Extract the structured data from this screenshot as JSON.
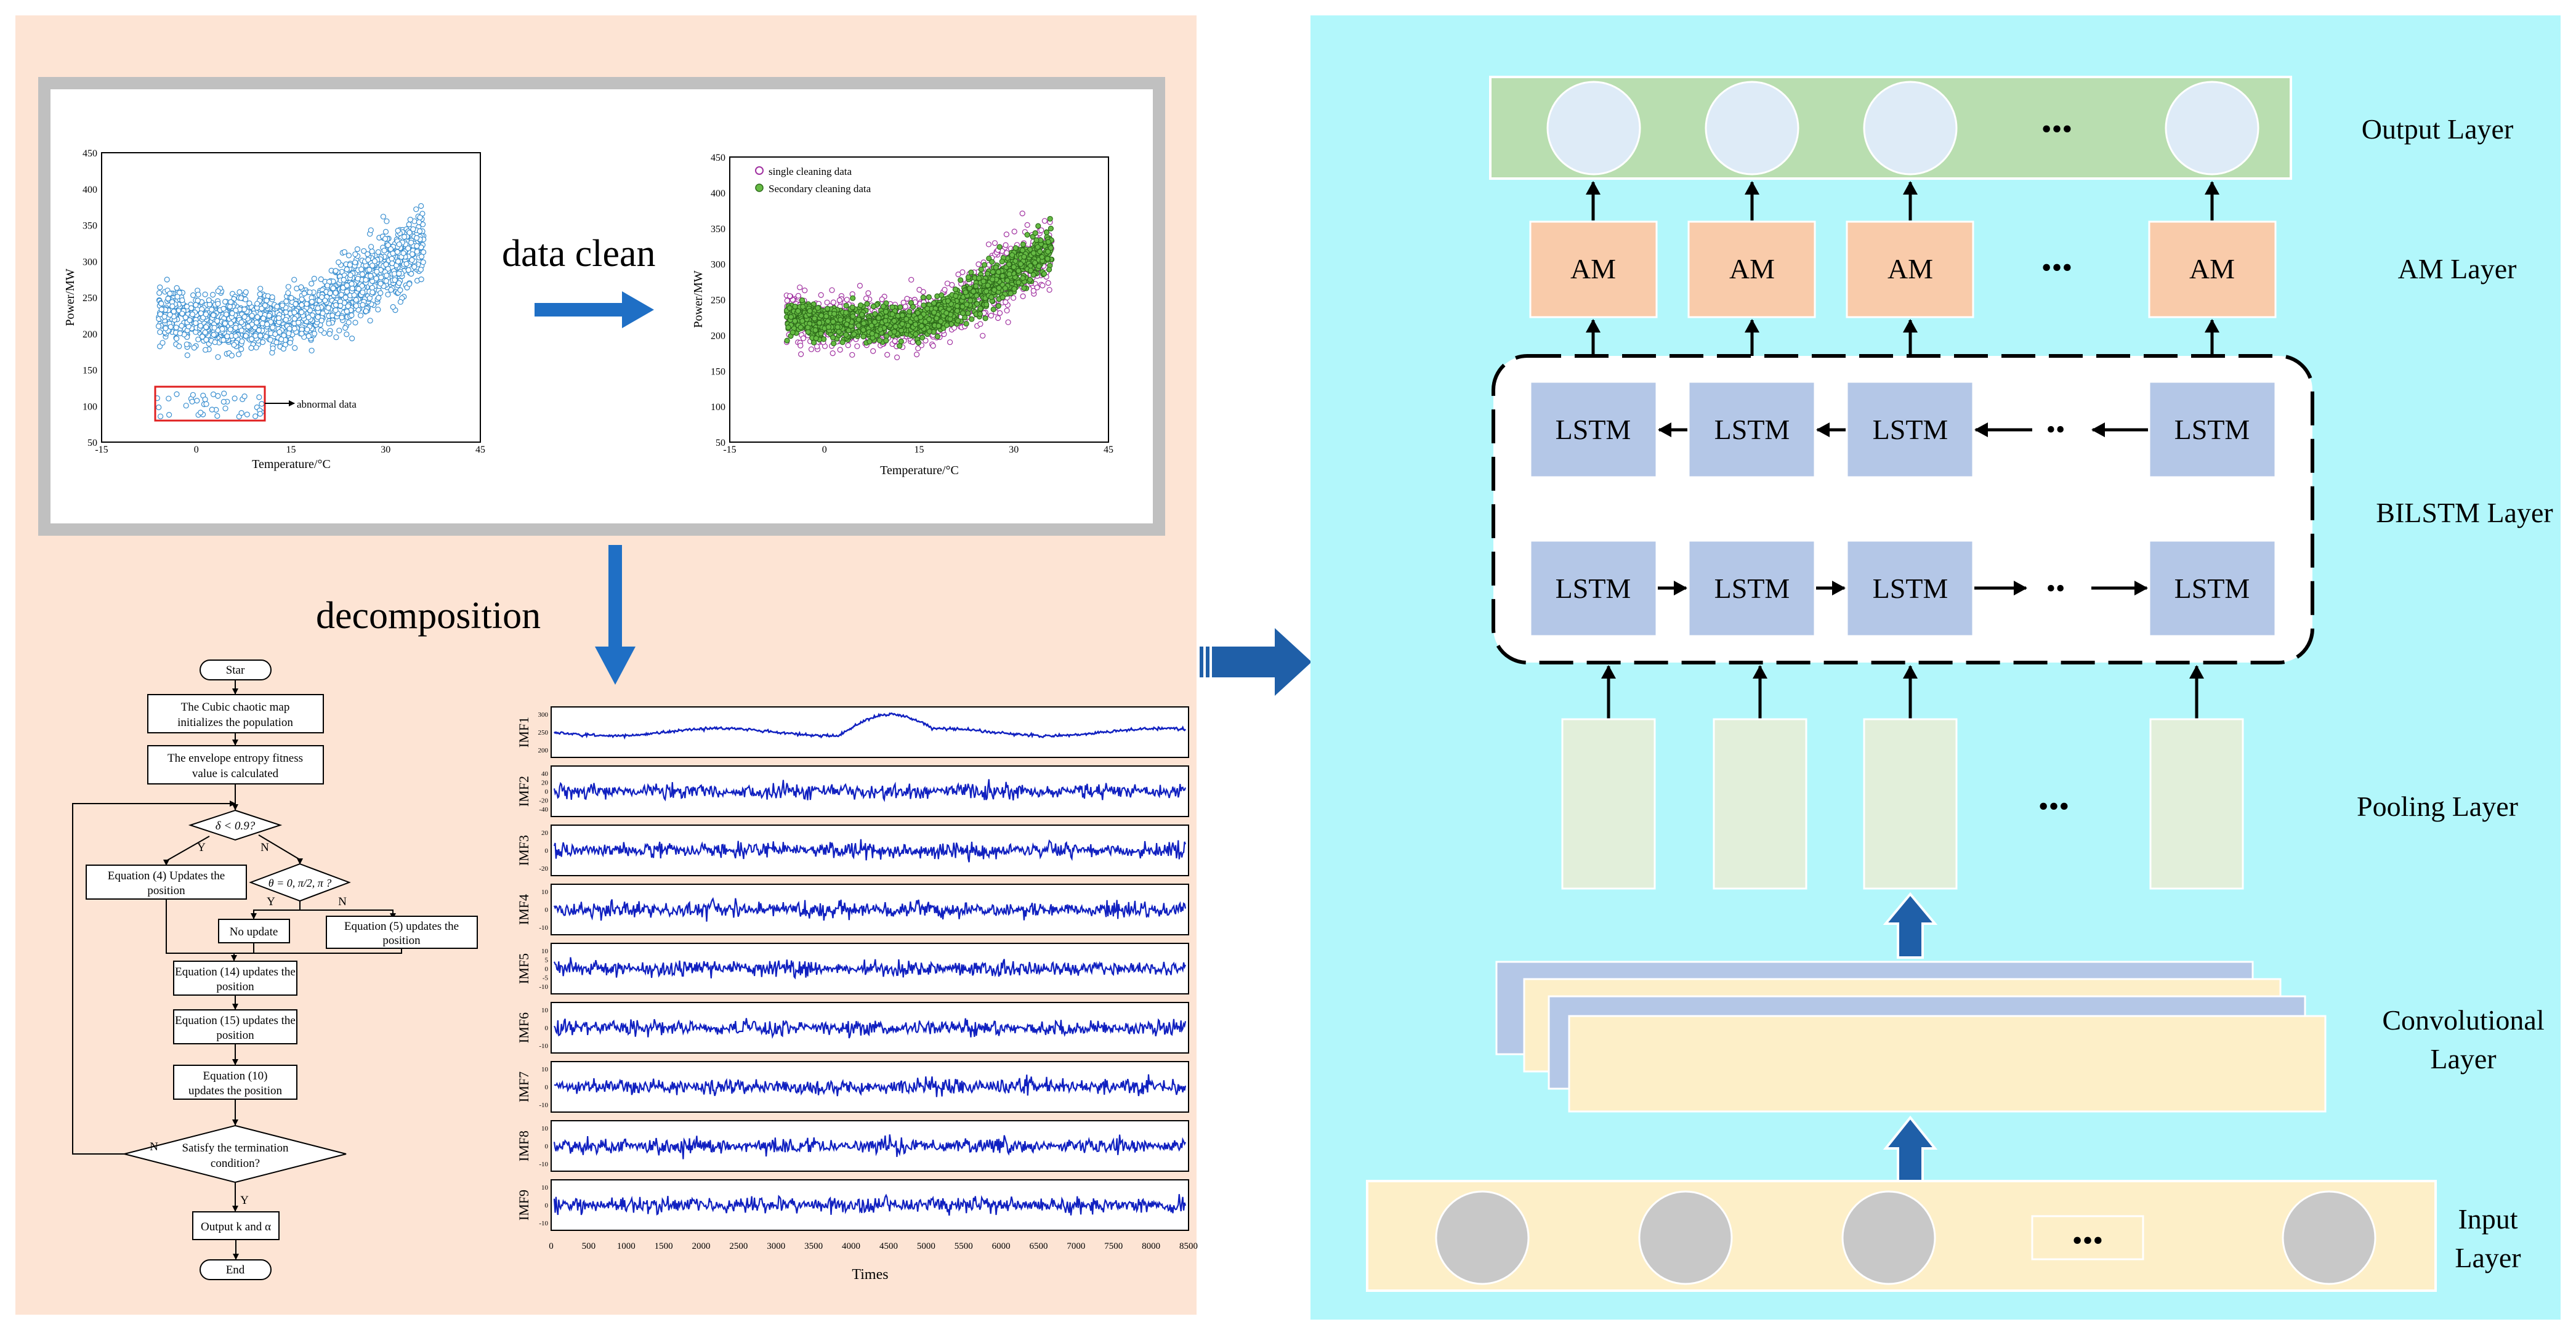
{
  "left_panel": {
    "arrow_label_clean": "data clean",
    "arrow_label_decomp": "decomposition",
    "raw_plot": {
      "ylabel": "Power/MW",
      "xlabel": "Temperature/°C",
      "yticks": [
        "450",
        "400",
        "350",
        "300",
        "250",
        "200",
        "150",
        "100",
        "50"
      ],
      "xticks": [
        "-15",
        "0",
        "15",
        "30",
        "45"
      ],
      "annotation": "abnormal data"
    },
    "clean_plot": {
      "ylabel": "Power/MW",
      "xlabel": "Temperature/°C",
      "yticks": [
        "450",
        "400",
        "350",
        "300",
        "250",
        "200",
        "150",
        "100",
        "50"
      ],
      "xticks": [
        "-15",
        "0",
        "15",
        "30",
        "45"
      ],
      "legend": [
        "single cleaning data",
        "Secondary cleaning data"
      ]
    },
    "flowchart": {
      "start": "Star",
      "step1": [
        "The Cubic chaotic map",
        "initializes the population"
      ],
      "step2": [
        "The envelope entropy fitness",
        "value is calculated"
      ],
      "cond1": "δ < 0.9?",
      "yes": "Y",
      "no": "N",
      "eq4": [
        "Equation (4) Updates the",
        "position"
      ],
      "cond2": "θ = 0, π/2, π ?",
      "no_update": "No update",
      "eq5": [
        "Equation (5) updates the",
        "position"
      ],
      "eq14": [
        "Equation (14) updates the",
        "position"
      ],
      "eq15": [
        "Equation (15) updates the",
        "position"
      ],
      "eq10": [
        "Equation (10)",
        "updates the position"
      ],
      "cond3": [
        "Satisfy the termination",
        "condition?"
      ],
      "output": "Output k and α",
      "end": "End"
    },
    "imf_plot": {
      "labels": [
        "IMF1",
        "IMF2",
        "IMF3",
        "IMF4",
        "IMF5",
        "IMF6",
        "IMF7",
        "IMF8",
        "IMF9"
      ],
      "ticks": [
        [
          "300",
          "250",
          "200"
        ],
        [
          "40",
          "20",
          "0",
          "-20",
          "-40"
        ],
        [
          "20",
          "0",
          "-20"
        ],
        [
          "10",
          "0",
          "-10"
        ],
        [
          "10",
          "5",
          "0",
          "-5",
          "-10"
        ],
        [
          "10",
          "0",
          "-10"
        ],
        [
          "10",
          "0",
          "-10"
        ],
        [
          "10",
          "0",
          "-10"
        ],
        [
          "10",
          "0",
          "-10"
        ]
      ],
      "xticks": [
        "0",
        "500",
        "1000",
        "1500",
        "2000",
        "2500",
        "3000",
        "3500",
        "4000",
        "4500",
        "5000",
        "5500",
        "6000",
        "6500",
        "7000",
        "7500",
        "8000",
        "8500"
      ],
      "xlabel": "Times"
    }
  },
  "right_panel": {
    "labels": {
      "output": "Output Layer",
      "am": "AM Layer",
      "bilstm": "BILSTM Layer",
      "pooling": "Pooling Layer",
      "conv": [
        "Convolutional",
        "Layer"
      ],
      "input": [
        "Input",
        "Layer"
      ]
    },
    "am_label": "AM",
    "lstm_label": "LSTM",
    "ellipsis": "•••",
    "ellipsis_short": "••"
  },
  "colors": {
    "left_bg": "#fde4d4",
    "right_bg": "#b2f7fb",
    "raw_points": "#3a8fd0",
    "single_clean": "#a030a0",
    "secondary_clean": "#66bb44",
    "imf_line": "#1020c0",
    "am_box": "#f9cbaa",
    "lstm_box": "#b4c7e7",
    "output_band": "#b9deb0",
    "pool_box": "#e2efda",
    "input_band": "#fdefc8",
    "conv_front": "#fdefc8",
    "conv_back": "#b4c7e7",
    "arrow_blue": "#1f6fc5"
  }
}
